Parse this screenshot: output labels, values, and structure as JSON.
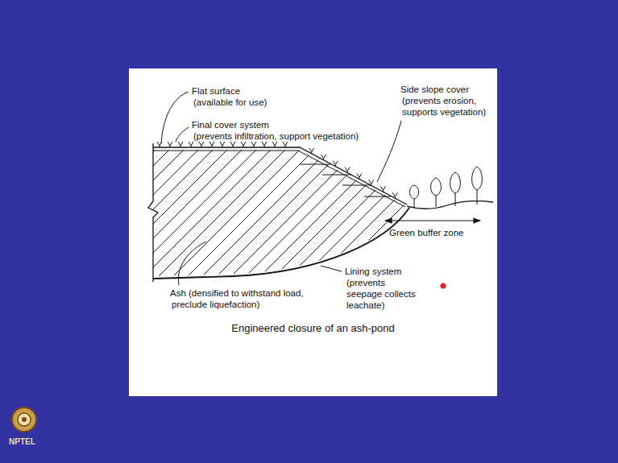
{
  "diagram": {
    "caption": "Engineered closure of an ash-pond",
    "labels": [
      "Flat surface (available for use)",
      "Final cover system (prevents infiltration, support vegetation)",
      "Side slope cover (prevents erosion, supports vegetation)",
      "Green buffer zone",
      "Lining system (prevents seepage collects leachate)",
      "Ash (densified to withstand load, preclude liquefaction)",
      "NPTEL"
    ]
  }
}
